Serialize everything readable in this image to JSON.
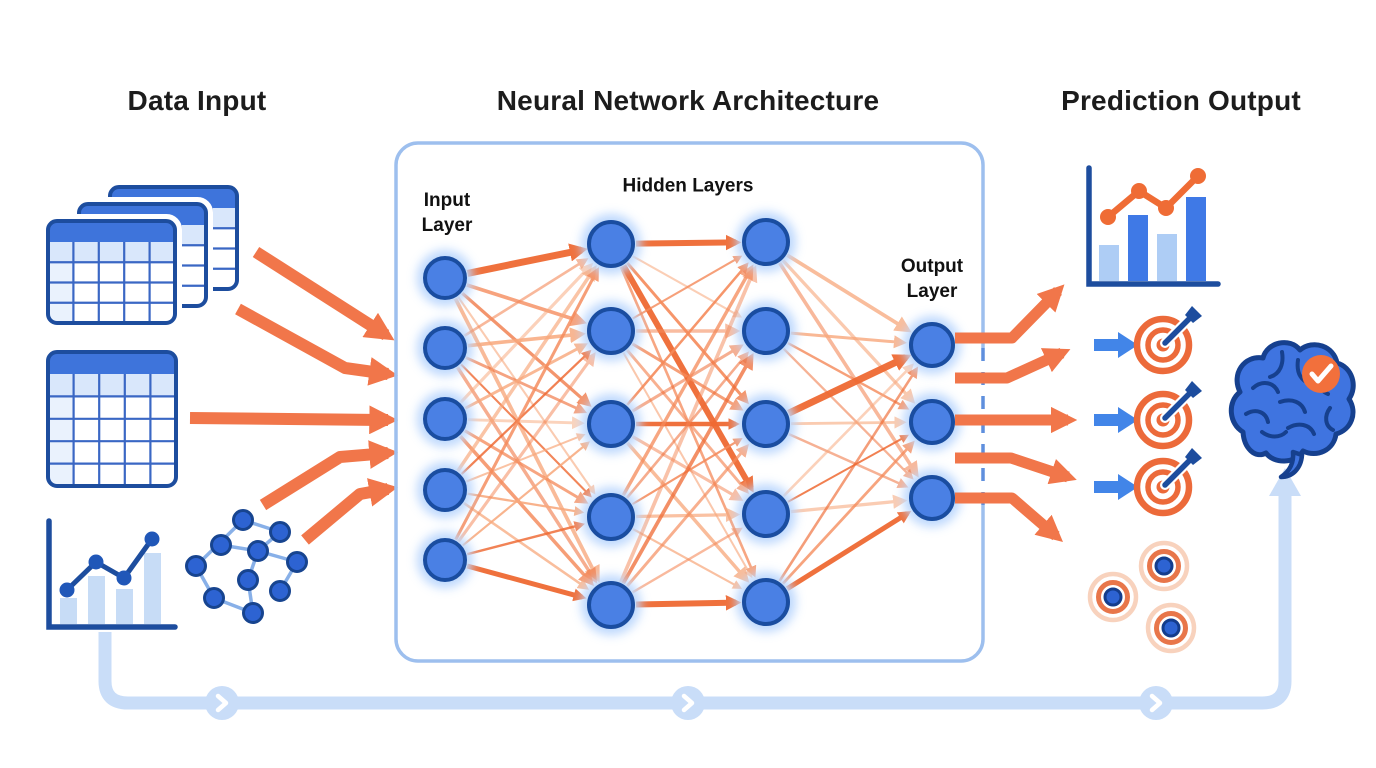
{
  "titles": {
    "left": "Data Input",
    "center": "Neural Network Architecture",
    "right": "Prediction Output"
  },
  "network": {
    "label_input": "Input Layer",
    "label_hidden": "Hidden Layers",
    "label_output": "Output Layer",
    "layers": [
      {
        "name": "input",
        "nodes": 5
      },
      {
        "name": "hidden-1",
        "nodes": 5
      },
      {
        "name": "hidden-2",
        "nodes": 5
      },
      {
        "name": "output",
        "nodes": 3
      }
    ]
  },
  "icons": {
    "stacked-tables-icon": "three overlapping data tables",
    "table-icon": "data table grid",
    "bar-chart-icon": "bar chart with trend line",
    "graph-network-icon": "node-link graph",
    "prediction-chart-icon": "bar chart with rising orange trend line",
    "blue-arrow-icon": "▶",
    "bullseye-target-icon": "target with dart",
    "ripple-target-icon": "concentric target dot",
    "brain-icon": "brain",
    "check-badge-icon": "✓",
    "chevron-icon": "❯"
  },
  "colors": {
    "title": "#1c1c1c",
    "orange": "#ef6a33",
    "orange_mid": "#f58a5a",
    "orange_light": "#f8a87c",
    "fat_arrow": "#f1764a",
    "navy": "#1d4d9e",
    "grid_blue": "#3a67c4",
    "node_fill": "#4a80e4",
    "node_stroke": "#1a4da0",
    "glow": "#b9d6fd",
    "box_border": "#9dbfee",
    "border_dash": "#5f8fdd",
    "loop": "#c9ddf8",
    "blue_arrow": "#4285e8",
    "bar_light": "#aecdf5",
    "bar_blue": "#3f79e6",
    "cell_light": "#d9e7fb",
    "header_blue": "#3e74db",
    "brain_blue": "#3f74e0",
    "brain_outline": "#16408e",
    "badge": "#f2703c",
    "ring_faint": "#f8d2bd",
    "ripple_center": "#2d63d2"
  }
}
